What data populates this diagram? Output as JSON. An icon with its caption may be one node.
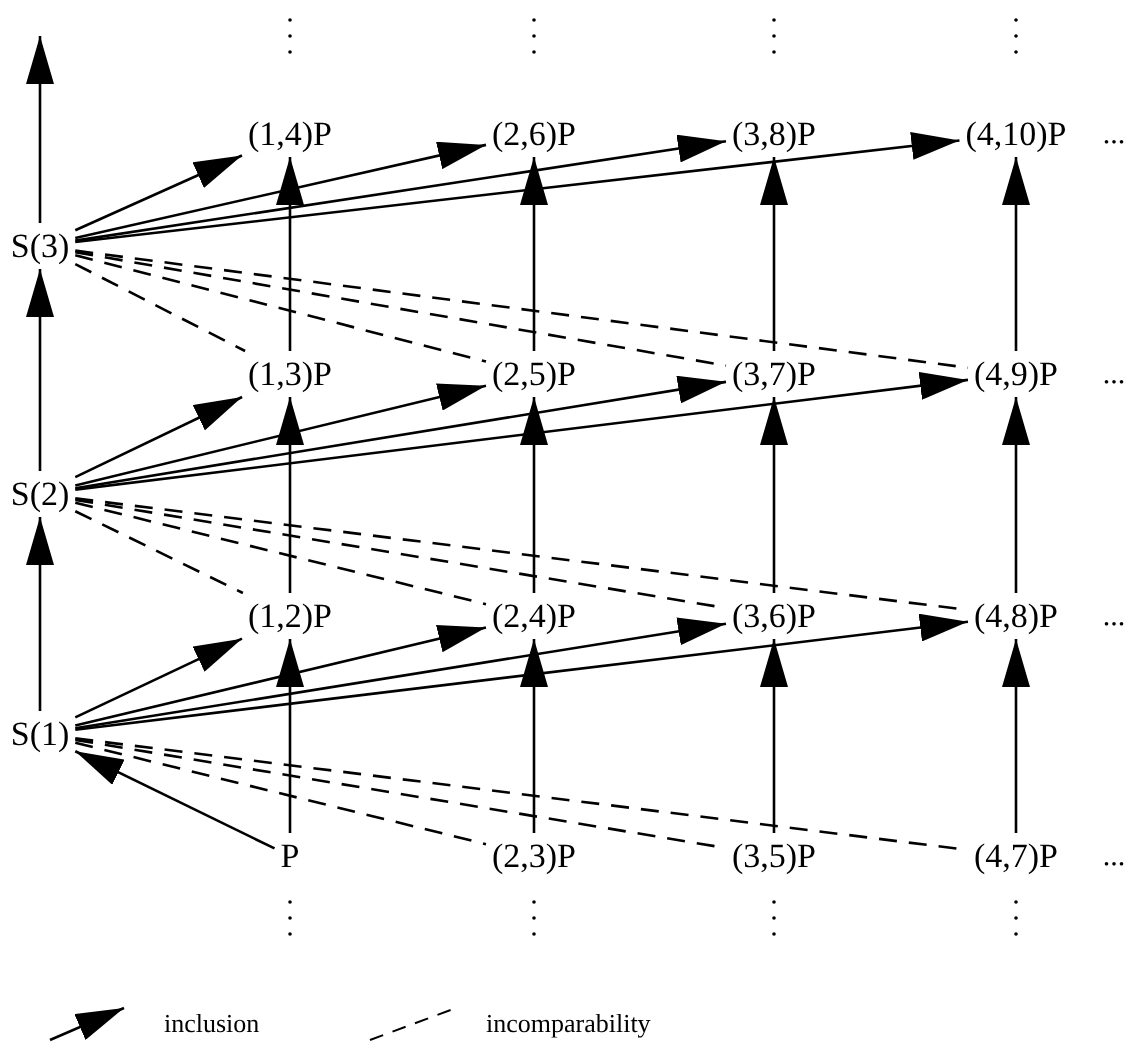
{
  "diagram": {
    "nodes": [
      {
        "text": [
          "(1,4)P"
        ]
      },
      {
        "text": [
          "(2,6)P"
        ]
      },
      {
        "text": [
          "(3,8)P"
        ]
      },
      {
        "text": [
          "(4,10)P"
        ]
      },
      {
        "text": [
          "S(3)"
        ]
      },
      {
        "text": [
          "(1,3)P"
        ]
      },
      {
        "text": [
          "(2,5)P"
        ]
      },
      {
        "text": [
          "(3,7)P"
        ]
      },
      {
        "text": [
          "(4,9)P"
        ]
      },
      {
        "text": [
          "S(2)"
        ]
      },
      {
        "text": [
          "(1,2)P"
        ]
      },
      {
        "text": [
          "(2,4)P"
        ]
      },
      {
        "text": [
          "(3,6)P"
        ]
      },
      {
        "text": [
          "(4,8)P"
        ]
      },
      {
        "text": [
          "S(1)"
        ]
      },
      {
        "text": [
          "P"
        ]
      },
      {
        "text": [
          "(2,3)P"
        ]
      },
      {
        "text": [
          "(3,5)P"
        ]
      },
      {
        "text": [
          "(4,7)P"
        ]
      }
    ],
    "edges": [
      {
        "from": 4,
        "to": null,
        "arrow": "to"
      },
      {
        "from": 9,
        "to": 4,
        "arrow": "to"
      },
      {
        "from": 14,
        "to": 9,
        "arrow": "to"
      },
      {
        "from": 15,
        "to": 14,
        "arrow": "to"
      },
      {
        "from": 4,
        "to": 0,
        "arrow": "to"
      },
      {
        "from": 4,
        "to": 1,
        "arrow": "to"
      },
      {
        "from": 4,
        "to": 2,
        "arrow": "to"
      },
      {
        "from": 4,
        "to": 3,
        "arrow": "to"
      },
      {
        "from": 9,
        "to": 5,
        "arrow": "to"
      },
      {
        "from": 9,
        "to": 6,
        "arrow": "to"
      },
      {
        "from": 9,
        "to": 7,
        "arrow": "to"
      },
      {
        "from": 9,
        "to": 8,
        "arrow": "to"
      },
      {
        "from": 14,
        "to": 10,
        "arrow": "to"
      },
      {
        "from": 14,
        "to": 11,
        "arrow": "to"
      },
      {
        "from": 14,
        "to": 12,
        "arrow": "to"
      },
      {
        "from": 14,
        "to": 13,
        "arrow": "to"
      },
      {
        "from": 4,
        "to": 5,
        "arrow": "none",
        "style": "dashed"
      },
      {
        "from": 4,
        "to": 6,
        "arrow": "none",
        "style": "dashed"
      },
      {
        "from": 4,
        "to": 7,
        "arrow": "none",
        "style": "dashed"
      },
      {
        "from": 4,
        "to": 8,
        "arrow": "none",
        "style": "dashed"
      },
      {
        "from": 9,
        "to": 10,
        "arrow": "none",
        "style": "dashed"
      },
      {
        "from": 9,
        "to": 11,
        "arrow": "none",
        "style": "dashed"
      },
      {
        "from": 9,
        "to": 12,
        "arrow": "none",
        "style": "dashed"
      },
      {
        "from": 9,
        "to": 13,
        "arrow": "none",
        "style": "dashed"
      },
      {
        "from": 14,
        "to": 16,
        "arrow": "none",
        "style": "dashed"
      },
      {
        "from": 14,
        "to": 17,
        "arrow": "none",
        "style": "dashed"
      },
      {
        "from": 14,
        "to": 18,
        "arrow": "none",
        "style": "dashed"
      },
      {
        "from": 15,
        "to": 10,
        "arrow": "to"
      },
      {
        "from": 10,
        "to": 5,
        "arrow": "to"
      },
      {
        "from": 5,
        "to": 0,
        "arrow": "to"
      },
      {
        "from": 16,
        "to": 11,
        "arrow": "to"
      },
      {
        "from": 11,
        "to": 6,
        "arrow": "to"
      },
      {
        "from": 6,
        "to": 1,
        "arrow": "to"
      },
      {
        "from": 17,
        "to": 12,
        "arrow": "to"
      },
      {
        "from": 12,
        "to": 7,
        "arrow": "to"
      },
      {
        "from": 7,
        "to": 2,
        "arrow": "to"
      },
      {
        "from": 18,
        "to": 13,
        "arrow": "to"
      },
      {
        "from": 13,
        "to": 8,
        "arrow": "to"
      },
      {
        "from": 8,
        "to": 3,
        "arrow": "to"
      }
    ],
    "labels": [
      "...",
      "...",
      "...",
      "..."
    ],
    "legend": [
      {
        "text": "inclusion"
      },
      {
        "text": "incomparability"
      }
    ]
  }
}
